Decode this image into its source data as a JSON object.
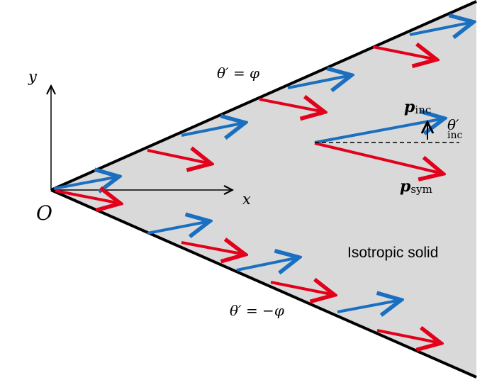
{
  "colors": {
    "solid_fill": "#d9d9d9",
    "boundary": "#000000",
    "incident_arrow": "#1a6fc0",
    "reflected_arrow": "#e3001b",
    "axes": "#000000"
  },
  "labels": {
    "origin": "O",
    "x_axis": "x",
    "y_axis": "y",
    "upper_face": "θ′ = φ",
    "lower_face": "θ′ = −φ",
    "material": "Isotropic solid",
    "p_inc_main": "p",
    "p_inc_sub": "inc",
    "p_sym_main": "p",
    "p_sym_sub": "sym",
    "angle_main": "θ′",
    "angle_sub": "inc"
  }
}
